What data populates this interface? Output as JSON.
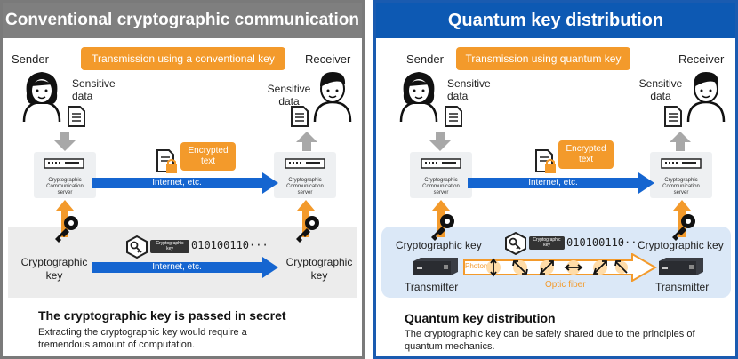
{
  "left": {
    "title": "Conventional cryptographic communication",
    "banner": "Transmission using a conventional key",
    "sender": "Sender",
    "receiver": "Receiver",
    "sensitive_left": [
      "Sensitive",
      "data"
    ],
    "sensitive_right": [
      "Sensitive",
      "data"
    ],
    "encrypted": [
      "Encrypted",
      "text"
    ],
    "server_label": [
      "Cryptographic",
      "Communication",
      "server"
    ],
    "internet_top": "Internet, etc.",
    "internet_bottom": "Internet, etc.",
    "key_left": [
      "Cryptographic",
      "key"
    ],
    "key_right": [
      "Cryptographic",
      "key"
    ],
    "tag_small": [
      "Cryptographic",
      "key"
    ],
    "bits": "010100110···",
    "footer_title": "The cryptographic key is passed in secret",
    "footer_text": [
      "Extracting the cryptographic key would require a",
      "tremendous amount of computation."
    ]
  },
  "right": {
    "title": "Quantum key distribution",
    "banner": "Transmission using quantum key",
    "sender": "Sender",
    "receiver": "Receiver",
    "sensitive_left": [
      "Sensitive",
      "data"
    ],
    "sensitive_right": [
      "Sensitive",
      "data"
    ],
    "encrypted": [
      "Encrypted",
      "text"
    ],
    "server_label": [
      "Cryptographic",
      "Communication",
      "server"
    ],
    "internet": "Internet, etc.",
    "key_left": "Cryptographic key",
    "key_right": "Cryptographic key",
    "tag_small": [
      "Cryptographic",
      "key"
    ],
    "bits": "010100110···",
    "photon": "Photon",
    "fiber": "Optic fiber",
    "transmitter_left": "Transmitter",
    "transmitter_right": "Transmitter",
    "footer_title": "Quantum key distribution",
    "footer_text": [
      "The cryptographic key can be safely shared due to the principles of",
      "quantum mechanics."
    ]
  },
  "colors": {
    "orange": "#f39a2b",
    "blue": "#1565d0",
    "gray_title": "#7f7f7f",
    "blue_title": "#0d59b3",
    "key_area_left": "#ececec",
    "key_area_right": "#dbe8f7"
  }
}
